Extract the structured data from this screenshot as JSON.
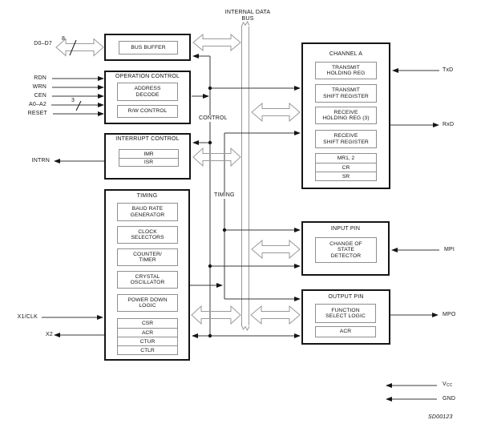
{
  "figure": {
    "id": "SD00123"
  },
  "colors": {
    "line": "#3a3a3a",
    "block_border": "#151515",
    "inner_border": "#8f8f8f",
    "bus_arrow": "#9a9a9a"
  },
  "bus": {
    "label_line1": "INTERNAL DATA",
    "label_line2": "BUS"
  },
  "routes": {
    "control": "CONTROL",
    "timing": "TIMING"
  },
  "bus_widths": {
    "data": "8",
    "address": "3"
  },
  "pins": {
    "left": {
      "d0_d7": "D0–D7",
      "rdn": "RDN",
      "wrn": "WRN",
      "cen": "CEN",
      "a0_a2": "A0–A2",
      "reset": "RESET",
      "intrn": "INTRN",
      "x1_clk": "X1/CLK",
      "x2": "X2"
    },
    "right": {
      "txd": "TxD",
      "rxd": "RxD",
      "mpi": "MPI",
      "mpo": "MPO",
      "vcc_main": "V",
      "vcc_sub": "CC",
      "gnd": "GND"
    }
  },
  "blocks": {
    "bus_buffer": {
      "label": "BUS BUFFER"
    },
    "operation_control": {
      "title": "OPERATION CONTROL",
      "address_decode": "ADDRESS\nDECODE",
      "rw_control": "R/W CONTROL"
    },
    "interrupt_control": {
      "title": "INTERRUPT CONTROL",
      "regs": [
        "IMR",
        "ISR"
      ]
    },
    "timing": {
      "title": "TIMING",
      "baud_rate": "BAUD RATE\nGENERATOR",
      "clock_selectors": "CLOCK\nSELECTORS",
      "counter_timer": "COUNTER/\nTIMER",
      "crystal_osc": "CRYSTAL\nOSCILLATOR",
      "power_down": "POWER DOWN\nLOGIC",
      "regs": [
        "CSR",
        "ACR",
        "CTUR",
        "CTLR"
      ]
    },
    "channel_a": {
      "title": "CHANNEL A",
      "tx_holding": "TRANSMIT\nHOLDING REG",
      "tx_shift": "TRANSMIT\nSHIFT REGISTER",
      "rx_holding": "RECEIVE\nHOLDING REG (3)",
      "rx_shift": "RECEIVE\nSHIFT REGISTER",
      "regs": [
        "MR1, 2",
        "CR",
        "SR"
      ]
    },
    "input_pin": {
      "title": "INPUT PIN",
      "change_of_state": "CHANGE OF\nSTATE\nDETECTOR"
    },
    "output_pin": {
      "title": "OUTPUT PIN",
      "function_select": "FUNCTION\nSELECT LOGIC",
      "acr": "ACR"
    }
  }
}
